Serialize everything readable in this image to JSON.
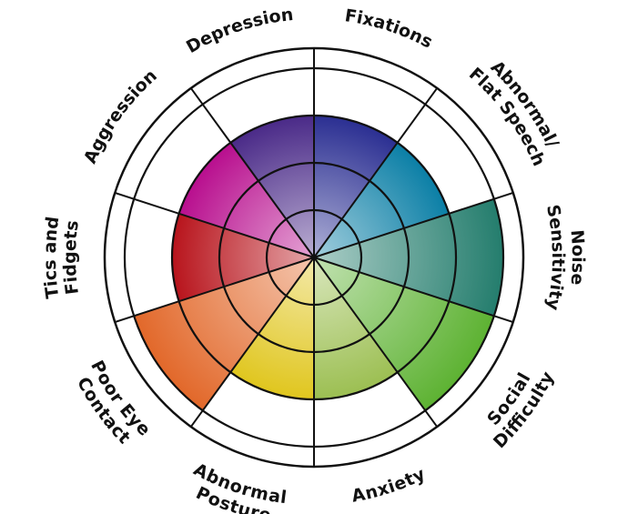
{
  "chart_data": {
    "type": "radial",
    "rings": 4,
    "segments": [
      {
        "label_lines": [
          "Fixations"
        ],
        "level": 3,
        "color": "#2b2f92"
      },
      {
        "label_lines": [
          "Abnormal/",
          "Flat Speech"
        ],
        "level": 3,
        "color": "#0b7fa6"
      },
      {
        "label_lines": [
          "Noise",
          "Sensitivity"
        ],
        "level": 4,
        "color": "#247d6d"
      },
      {
        "label_lines": [
          "Social",
          "Difficulty"
        ],
        "level": 4,
        "color": "#5db232"
      },
      {
        "label_lines": [
          "Anxiety"
        ],
        "level": 3,
        "color": "#9cbf52"
      },
      {
        "label_lines": [
          "Abnormal",
          "Posture"
        ],
        "level": 3,
        "color": "#e0c61e"
      },
      {
        "label_lines": [
          "Poor Eye",
          "Contact"
        ],
        "level": 4,
        "color": "#e2682a"
      },
      {
        "label_lines": [
          "Tics and",
          "Fidgets"
        ],
        "level": 3,
        "color": "#b8141c"
      },
      {
        "label_lines": [
          "Aggression"
        ],
        "level": 3,
        "color": "#b80e8e"
      },
      {
        "label_lines": [
          "Depression"
        ],
        "level": 3,
        "color": "#4a2a88"
      }
    ]
  }
}
